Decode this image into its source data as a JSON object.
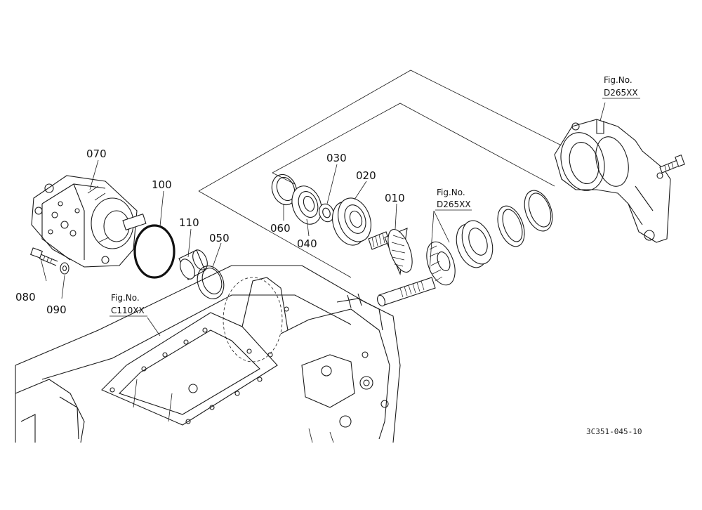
{
  "diagram": {
    "part_labels": {
      "p010": "010",
      "p020": "020",
      "p030": "030",
      "p040": "040",
      "p050": "050",
      "p060": "060",
      "p070": "070",
      "p080": "080",
      "p090": "090",
      "p100": "100",
      "p110": "110"
    },
    "figure_refs": {
      "ref_top_right": {
        "line1": "Fig.No.",
        "line2": "D265XX"
      },
      "ref_center": {
        "line1": "Fig.No.",
        "line2": "D265XX"
      },
      "ref_left": {
        "line1": "Fig.No.",
        "line2": "C110XX"
      }
    },
    "drawing_code": "3C351-045-10",
    "colors": {
      "line": "#1a1a1a",
      "background": "#ffffff"
    }
  }
}
